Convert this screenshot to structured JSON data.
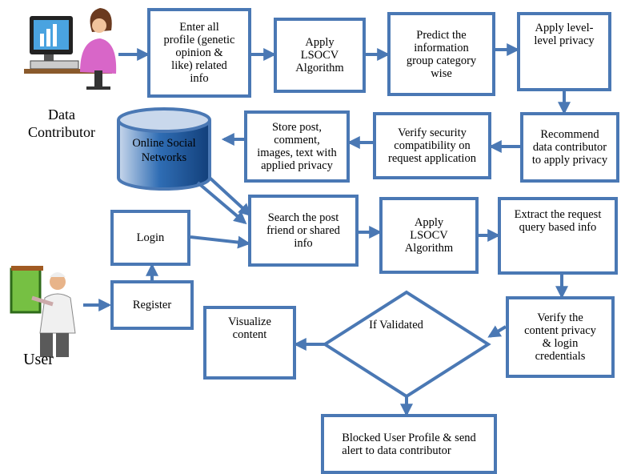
{
  "actors": {
    "data_contributor": "Data\nContributor",
    "user": "User"
  },
  "database": {
    "label": "Online Social\nNetworks"
  },
  "boxes": {
    "enter_profile": "Enter all\nprofile (genetic\nopinion &\nlike) related\ninfo",
    "apply_lsocv_1": "Apply\nLSOCV\nAlgorithm",
    "predict": "Predict the\ninformation\ngroup category\nwise",
    "apply_level": "Apply level-\nlevel privacy",
    "recommend": "Recommend\ndata contributor\nto apply privacy",
    "verify_security": "Verify security\ncompatibility on\nrequest application",
    "store_post": "Store post,\ncomment,\nimages, text with\napplied privacy",
    "login": "Login",
    "search": "Search the post\nfriend or shared\ninfo",
    "apply_lsocv_2": "Apply\nLSOCV\nAlgorithm",
    "extract": "Extract the request\nquery based info",
    "register": "Register",
    "verify_content": "Verify the\ncontent privacy\n& login\ncredentials",
    "visualize": "Visualize\ncontent",
    "blocked": "Blocked User Profile & send\nalert to data contributor"
  },
  "decision": {
    "label": "If Validated"
  },
  "colors": {
    "border": "#4a78b4",
    "arrow": "#4a78b4",
    "db_fill": "#1f5a9e"
  },
  "icons": [
    "computer-user-icon",
    "presenter-icon"
  ]
}
